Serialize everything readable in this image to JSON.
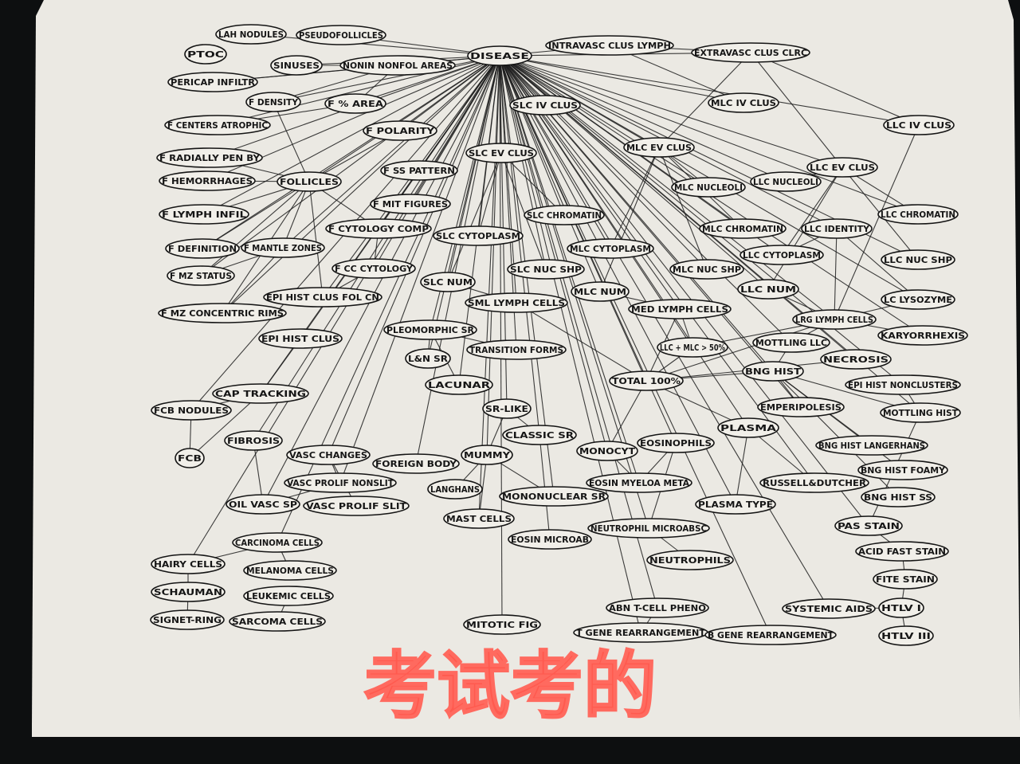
{
  "diagram": {
    "nodes": [
      {
        "id": "lah",
        "label": "LAH NODULES"
      },
      {
        "id": "pseudo",
        "label": "PSEUDOFOLLICLES"
      },
      {
        "id": "disease",
        "label": "DISEASE"
      },
      {
        "id": "intravasc",
        "label": "INTRAVASC CLUS LYMPH"
      },
      {
        "id": "extravasc",
        "label": "EXTRAVASC CLUS CLRC"
      },
      {
        "id": "ptoc",
        "label": "PTOC"
      },
      {
        "id": "sinuses",
        "label": "SINUSES"
      },
      {
        "id": "nonin",
        "label": "NONIN NONFOL AREAS"
      },
      {
        "id": "pericap",
        "label": "PERICAP INFILTR"
      },
      {
        "id": "fdensity",
        "label": "F DENSITY"
      },
      {
        "id": "farea",
        "label": "F % AREA"
      },
      {
        "id": "slcivclus",
        "label": "SLC IV CLUS"
      },
      {
        "id": "mlcivclus",
        "label": "MLC IV CLUS"
      },
      {
        "id": "llcivclus",
        "label": "LLC IV CLUS"
      },
      {
        "id": "fcenters",
        "label": "F CENTERS ATROPHIC"
      },
      {
        "id": "fpolarity",
        "label": "F POLARITY"
      },
      {
        "id": "fradially",
        "label": "F RADIALLY PEN BY"
      },
      {
        "id": "slcevclus",
        "label": "SLC EV CLUS"
      },
      {
        "id": "mlcevclus",
        "label": "MLC EV CLUS"
      },
      {
        "id": "fhemor",
        "label": "F HEMORRHAGES"
      },
      {
        "id": "follicles",
        "label": "FOLLICLES"
      },
      {
        "id": "fsspattern",
        "label": "F SS PATTERN"
      },
      {
        "id": "llcevclus",
        "label": "LLC EV CLUS"
      },
      {
        "id": "mlcnucleoli",
        "label": "MLC NUCLEOLI"
      },
      {
        "id": "llcnucleoli",
        "label": "LLC NUCLEOLI"
      },
      {
        "id": "fmit",
        "label": "F MIT FIGURES"
      },
      {
        "id": "flymph",
        "label": "F LYMPH INFIL"
      },
      {
        "id": "slcchrom",
        "label": "SLC CHROMATIN"
      },
      {
        "id": "llcchrom",
        "label": "LLC CHROMATIN"
      },
      {
        "id": "fcytocomp",
        "label": "F CYTOLOGY COMP"
      },
      {
        "id": "mlcchrom",
        "label": "MLC CHROMATIN"
      },
      {
        "id": "llcidentity",
        "label": "LLC IDENTITY"
      },
      {
        "id": "slccyto",
        "label": "SLC CYTOPLASM"
      },
      {
        "id": "fdef",
        "label": "F DEFINITION"
      },
      {
        "id": "fmantle",
        "label": "F MANTLE ZONES"
      },
      {
        "id": "mlccyto",
        "label": "MLC CYTOPLASM"
      },
      {
        "id": "llccyto",
        "label": "LLC CYTOPLASM"
      },
      {
        "id": "llcnucshp",
        "label": "LLC NUC SHP"
      },
      {
        "id": "fmz",
        "label": "F MZ STATUS"
      },
      {
        "id": "fcc",
        "label": "F CC CYTOLOGY"
      },
      {
        "id": "slcnucshp",
        "label": "SLC NUC SHP"
      },
      {
        "id": "mlcnucshp",
        "label": "MLC NUC SHP"
      },
      {
        "id": "slcnum",
        "label": "SLC NUM"
      },
      {
        "id": "llcnum",
        "label": "LLC NUM"
      },
      {
        "id": "epihistfol",
        "label": "EPI HIST CLUS FOL CN"
      },
      {
        "id": "mlcnum",
        "label": "MLC NUM"
      },
      {
        "id": "smlymph",
        "label": "SML LYMPH CELLS"
      },
      {
        "id": "lclysozyme",
        "label": "LC LYSOZYME"
      },
      {
        "id": "fmzconc",
        "label": "F MZ CONCENTRIC RIMS"
      },
      {
        "id": "medlymph",
        "label": "MED LYMPH CELLS"
      },
      {
        "id": "lrglymph",
        "label": "LRG LYMPH CELLS"
      },
      {
        "id": "pleo",
        "label": "PLEOMORPHIC SR"
      },
      {
        "id": "karyo",
        "label": "KARYORRHEXIS"
      },
      {
        "id": "epihist",
        "label": "EPI HIST CLUS"
      },
      {
        "id": "transition",
        "label": "TRANSITION FORMS"
      },
      {
        "id": "llcmlc",
        "label": "LLC + MLC > 50%"
      },
      {
        "id": "mottlingllc",
        "label": "MOTTLING LLC"
      },
      {
        "id": "lnsr",
        "label": "L&N SR"
      },
      {
        "id": "necrosis",
        "label": "NECROSIS"
      },
      {
        "id": "bnghist",
        "label": "BNG HIST"
      },
      {
        "id": "total100",
        "label": "TOTAL 100%"
      },
      {
        "id": "lacunar",
        "label": "LACUNAR"
      },
      {
        "id": "epinoncl",
        "label": "EPI HIST NONCLUSTERS"
      },
      {
        "id": "captrac",
        "label": "CAP TRACKING"
      },
      {
        "id": "emper",
        "label": "EMPERIPOLESIS"
      },
      {
        "id": "fcbnod",
        "label": "FCB NODULES"
      },
      {
        "id": "srlike",
        "label": "SR-LIKE"
      },
      {
        "id": "mottlinghist",
        "label": "MOTTLING HIST"
      },
      {
        "id": "plasma",
        "label": "PLASMA"
      },
      {
        "id": "classicsr",
        "label": "CLASSIC SR"
      },
      {
        "id": "fibrosis",
        "label": "FIBROSIS"
      },
      {
        "id": "eosin",
        "label": "EOSINOPHILS"
      },
      {
        "id": "bnglanger",
        "label": "BNG HIST LANGERHANS"
      },
      {
        "id": "monocyt",
        "label": "MONOCYT"
      },
      {
        "id": "fcb",
        "label": "FCB"
      },
      {
        "id": "vascchanges",
        "label": "VASC CHANGES"
      },
      {
        "id": "mummy",
        "label": "MUMMY"
      },
      {
        "id": "foreign",
        "label": "FOREIGN BODY"
      },
      {
        "id": "bngfoamy",
        "label": "BNG HIST FOAMY"
      },
      {
        "id": "vascprolifnon",
        "label": "VASC PROLIF NONSLIT"
      },
      {
        "id": "eosinmyelo",
        "label": "EOSIN MYELOA META"
      },
      {
        "id": "russell",
        "label": "RUSSELL&DUTCHER"
      },
      {
        "id": "langhans",
        "label": "LANGHANS"
      },
      {
        "id": "mononuc",
        "label": "MONONUCLEAR SR"
      },
      {
        "id": "bngss",
        "label": "BNG HIST SS"
      },
      {
        "id": "plasmatype",
        "label": "PLASMA TYPE"
      },
      {
        "id": "oilvasc",
        "label": "OIL VASC SP"
      },
      {
        "id": "vascprolifslit",
        "label": "VASC PROLIF SLIT"
      },
      {
        "id": "mastcells",
        "label": "MAST CELLS"
      },
      {
        "id": "neutromicro",
        "label": "NEUTROPHIL MICROABSC"
      },
      {
        "id": "passtain",
        "label": "PAS STAIN"
      },
      {
        "id": "eosinmicro",
        "label": "EOSIN MICROAB"
      },
      {
        "id": "carcinoma",
        "label": "CARCINOMA CELLS"
      },
      {
        "id": "acidfast",
        "label": "ACID FAST STAIN"
      },
      {
        "id": "neutrophils",
        "label": "NEUTROPHILS"
      },
      {
        "id": "hairy",
        "label": "HAIRY CELLS"
      },
      {
        "id": "melanoma",
        "label": "MELANOMA CELLS"
      },
      {
        "id": "fitestain",
        "label": "FITE STAIN"
      },
      {
        "id": "schaumann",
        "label": "SCHAUMAN"
      },
      {
        "id": "leukemic",
        "label": "LEUKEMIC CELLS"
      },
      {
        "id": "abntcell",
        "label": "ABN T-CELL PHENO"
      },
      {
        "id": "systemic",
        "label": "SYSTEMIC AIDS"
      },
      {
        "id": "htlv1",
        "label": "HTLV I"
      },
      {
        "id": "signet",
        "label": "SIGNET-RING"
      },
      {
        "id": "sarcoma",
        "label": "SARCOMA CELLS"
      },
      {
        "id": "mitotic",
        "label": "MITOTIC FIG"
      },
      {
        "id": "tgene",
        "label": "T GENE REARRANGEMENT"
      },
      {
        "id": "bgene",
        "label": "B GENE REARRANGEMENT"
      },
      {
        "id": "htlv3",
        "label": "HTLV III"
      }
    ],
    "edges": [
      [
        "disease",
        "lah"
      ],
      [
        "disease",
        "pseudo"
      ],
      [
        "disease",
        "intravasc"
      ],
      [
        "disease",
        "extravasc"
      ],
      [
        "disease",
        "sinuses"
      ],
      [
        "disease",
        "nonin"
      ],
      [
        "disease",
        "pericap"
      ],
      [
        "disease",
        "fdensity"
      ],
      [
        "disease",
        "farea"
      ],
      [
        "disease",
        "slcivclus"
      ],
      [
        "disease",
        "mlcivclus"
      ],
      [
        "disease",
        "llcivclus"
      ],
      [
        "disease",
        "fcenters"
      ],
      [
        "disease",
        "fpolarity"
      ],
      [
        "disease",
        "fradially"
      ],
      [
        "disease",
        "slcevclus"
      ],
      [
        "disease",
        "mlcevclus"
      ],
      [
        "disease",
        "fhemor"
      ],
      [
        "disease",
        "follicles"
      ],
      [
        "disease",
        "fsspattern"
      ],
      [
        "disease",
        "llcevclus"
      ],
      [
        "disease",
        "mlcnucleoli"
      ],
      [
        "disease",
        "llcnucleoli"
      ],
      [
        "disease",
        "fmit"
      ],
      [
        "disease",
        "flymph"
      ],
      [
        "disease",
        "slcchrom"
      ],
      [
        "disease",
        "llcchrom"
      ],
      [
        "disease",
        "fcytocomp"
      ],
      [
        "disease",
        "mlcchrom"
      ],
      [
        "disease",
        "llcidentity"
      ],
      [
        "disease",
        "slccyto"
      ],
      [
        "disease",
        "fdef"
      ],
      [
        "disease",
        "fmantle"
      ],
      [
        "disease",
        "mlccyto"
      ],
      [
        "disease",
        "llccyto"
      ],
      [
        "disease",
        "llcnucshp"
      ],
      [
        "disease",
        "fmz"
      ],
      [
        "disease",
        "fcc"
      ],
      [
        "disease",
        "slcnucshp"
      ],
      [
        "disease",
        "mlcnucshp"
      ],
      [
        "disease",
        "slcnum"
      ],
      [
        "disease",
        "llcnum"
      ],
      [
        "disease",
        "epihistfol"
      ],
      [
        "disease",
        "mlcnum"
      ],
      [
        "disease",
        "smlymph"
      ],
      [
        "disease",
        "lclysozyme"
      ],
      [
        "disease",
        "fmzconc"
      ],
      [
        "disease",
        "medlymph"
      ],
      [
        "disease",
        "lrglymph"
      ],
      [
        "disease",
        "pleo"
      ],
      [
        "disease",
        "karyo"
      ],
      [
        "disease",
        "epihist"
      ],
      [
        "disease",
        "transition"
      ],
      [
        "disease",
        "llcmlc"
      ],
      [
        "disease",
        "mottlingllc"
      ],
      [
        "disease",
        "lnsr"
      ],
      [
        "disease",
        "necrosis"
      ],
      [
        "disease",
        "bnghist"
      ],
      [
        "disease",
        "total100"
      ],
      [
        "disease",
        "lacunar"
      ],
      [
        "disease",
        "epinoncl"
      ],
      [
        "disease",
        "captrac"
      ],
      [
        "disease",
        "emper"
      ],
      [
        "disease",
        "fcbnod"
      ],
      [
        "disease",
        "srlike"
      ],
      [
        "disease",
        "mottlinghist"
      ],
      [
        "disease",
        "plasma"
      ],
      [
        "disease",
        "classicsr"
      ],
      [
        "disease",
        "fibrosis"
      ],
      [
        "disease",
        "eosin"
      ],
      [
        "disease",
        "monocyt"
      ],
      [
        "disease",
        "vascchanges"
      ],
      [
        "disease",
        "mummy"
      ],
      [
        "disease",
        "foreign"
      ],
      [
        "disease",
        "vascprolifnon"
      ],
      [
        "disease",
        "eosinmyelo"
      ],
      [
        "disease",
        "russell"
      ],
      [
        "disease",
        "mononuc"
      ],
      [
        "disease",
        "plasmatype"
      ],
      [
        "disease",
        "oilvasc"
      ],
      [
        "disease",
        "mastcells"
      ],
      [
        "disease",
        "neutromicro"
      ],
      [
        "disease",
        "carcinoma"
      ],
      [
        "disease",
        "hairy"
      ],
      [
        "disease",
        "mitotic"
      ],
      [
        "disease",
        "tgene"
      ],
      [
        "disease",
        "bgene"
      ],
      [
        "disease",
        "abntcell"
      ],
      [
        "disease",
        "systemic"
      ],
      [
        "disease",
        "passtain"
      ],
      [
        "nonin",
        "sinuses"
      ],
      [
        "nonin",
        "pericap"
      ],
      [
        "nonin",
        "fdensity"
      ],
      [
        "nonin",
        "farea"
      ],
      [
        "farea",
        "fcenters"
      ],
      [
        "follicles",
        "fradially"
      ],
      [
        "follicles",
        "fhemor"
      ],
      [
        "follicles",
        "flymph"
      ],
      [
        "follicles",
        "fdef"
      ],
      [
        "follicles",
        "fmz"
      ],
      [
        "follicles",
        "fmantle"
      ],
      [
        "follicles",
        "fcytocomp"
      ],
      [
        "follicles",
        "epihistfol"
      ],
      [
        "follicles",
        "fmzconc"
      ],
      [
        "follicles",
        "fdensity"
      ],
      [
        "follicles",
        "fpolarity"
      ],
      [
        "fmantle",
        "fmz"
      ],
      [
        "fmantle",
        "fmzconc"
      ],
      [
        "fcytocomp",
        "fcc"
      ],
      [
        "fcc",
        "epihistfol"
      ],
      [
        "slcevclus",
        "slcchrom"
      ],
      [
        "slcevclus",
        "slccyto"
      ],
      [
        "slcevclus",
        "slcnucshp"
      ],
      [
        "slcevclus",
        "slcnum"
      ],
      [
        "mlcevclus",
        "mlcnucleoli"
      ],
      [
        "mlcevclus",
        "mlcchrom"
      ],
      [
        "mlcevclus",
        "mlccyto"
      ],
      [
        "mlcevclus",
        "mlcnucshp"
      ],
      [
        "mlcevclus",
        "mlcnum"
      ],
      [
        "llcevclus",
        "llcnucleoli"
      ],
      [
        "llcevclus",
        "llcchrom"
      ],
      [
        "llcevclus",
        "llccyto"
      ],
      [
        "llcevclus",
        "llcnucshp"
      ],
      [
        "llcevclus",
        "llcnum"
      ],
      [
        "llcivclus",
        "lrglymph"
      ],
      [
        "llcidentity",
        "lclysozyme"
      ],
      [
        "llcidentity",
        "lrglymph"
      ],
      [
        "llcidentity",
        "llccyto"
      ],
      [
        "intravasc",
        "extravasc"
      ],
      [
        "intravasc",
        "mlcivclus"
      ],
      [
        "extravasc",
        "llcevclus"
      ],
      [
        "extravasc",
        "mlcevclus"
      ],
      [
        "extravasc",
        "llcivclus"
      ],
      [
        "mlcnum",
        "medlymph"
      ],
      [
        "slcnum",
        "smlymph"
      ],
      [
        "llcnum",
        "lrglymph"
      ],
      [
        "smlymph",
        "total100"
      ],
      [
        "medlymph",
        "total100"
      ],
      [
        "lrglymph",
        "total100"
      ],
      [
        "medlymph",
        "llcmlc"
      ],
      [
        "lrglymph",
        "llcmlc"
      ],
      [
        "llcmlc",
        "total100"
      ],
      [
        "lrglymph",
        "mottlingllc"
      ],
      [
        "mottlingllc",
        "bnghist"
      ],
      [
        "bnghist",
        "total100"
      ],
      [
        "bnghist",
        "emper"
      ],
      [
        "bnghist",
        "mottlinghist"
      ],
      [
        "bnghist",
        "bnglanger"
      ],
      [
        "bnghist",
        "bngfoamy"
      ],
      [
        "bnghist",
        "bngss"
      ],
      [
        "necrosis",
        "total100"
      ],
      [
        "plasma",
        "total100"
      ],
      [
        "plasma",
        "russell"
      ],
      [
        "plasma",
        "plasmatype"
      ],
      [
        "pleo",
        "lnsr"
      ],
      [
        "pleo",
        "lacunar"
      ],
      [
        "pleo",
        "transition"
      ],
      [
        "srlike",
        "mummy"
      ],
      [
        "srlike",
        "classicsr"
      ],
      [
        "mummy",
        "langhans"
      ],
      [
        "mummy",
        "mastcells"
      ],
      [
        "mummy",
        "mononuc"
      ],
      [
        "classicsr",
        "eosinmicro"
      ],
      [
        "monocyt",
        "eosinmyelo"
      ],
      [
        "eosin",
        "eosinmyelo"
      ],
      [
        "eosin",
        "neutromicro"
      ],
      [
        "neutromicro",
        "neutrophils"
      ],
      [
        "epihist",
        "captrac"
      ],
      [
        "captrac",
        "fcbnod"
      ],
      [
        "fcbnod",
        "fcb"
      ],
      [
        "captrac",
        "fcb"
      ],
      [
        "vascchanges",
        "vascprolifnon"
      ],
      [
        "vascchanges",
        "vascprolifslit"
      ],
      [
        "vascprolifnon",
        "oilvasc"
      ],
      [
        "oilvasc",
        "fibrosis"
      ],
      [
        "mottlinghist",
        "passtain"
      ],
      [
        "passtain",
        "acidfast"
      ],
      [
        "acidfast",
        "fitestain"
      ],
      [
        "fitestain",
        "htlv1"
      ],
      [
        "htlv1",
        "htlv3"
      ],
      [
        "lclysozyme",
        "lrglymph"
      ],
      [
        "karyo",
        "lrglymph"
      ],
      [
        "epinoncl",
        "mottlinghist"
      ],
      [
        "carcinoma",
        "hairy"
      ],
      [
        "carcinoma",
        "melanoma"
      ],
      [
        "hairy",
        "schaumann"
      ],
      [
        "schaumann",
        "signet"
      ],
      [
        "leukemic",
        "sarcoma"
      ],
      [
        "abntcell",
        "tgene"
      ],
      [
        "systemic",
        "htlv1"
      ],
      [
        "total100",
        "monocyt"
      ]
    ]
  },
  "overlay": {
    "caption": "考试考的"
  }
}
